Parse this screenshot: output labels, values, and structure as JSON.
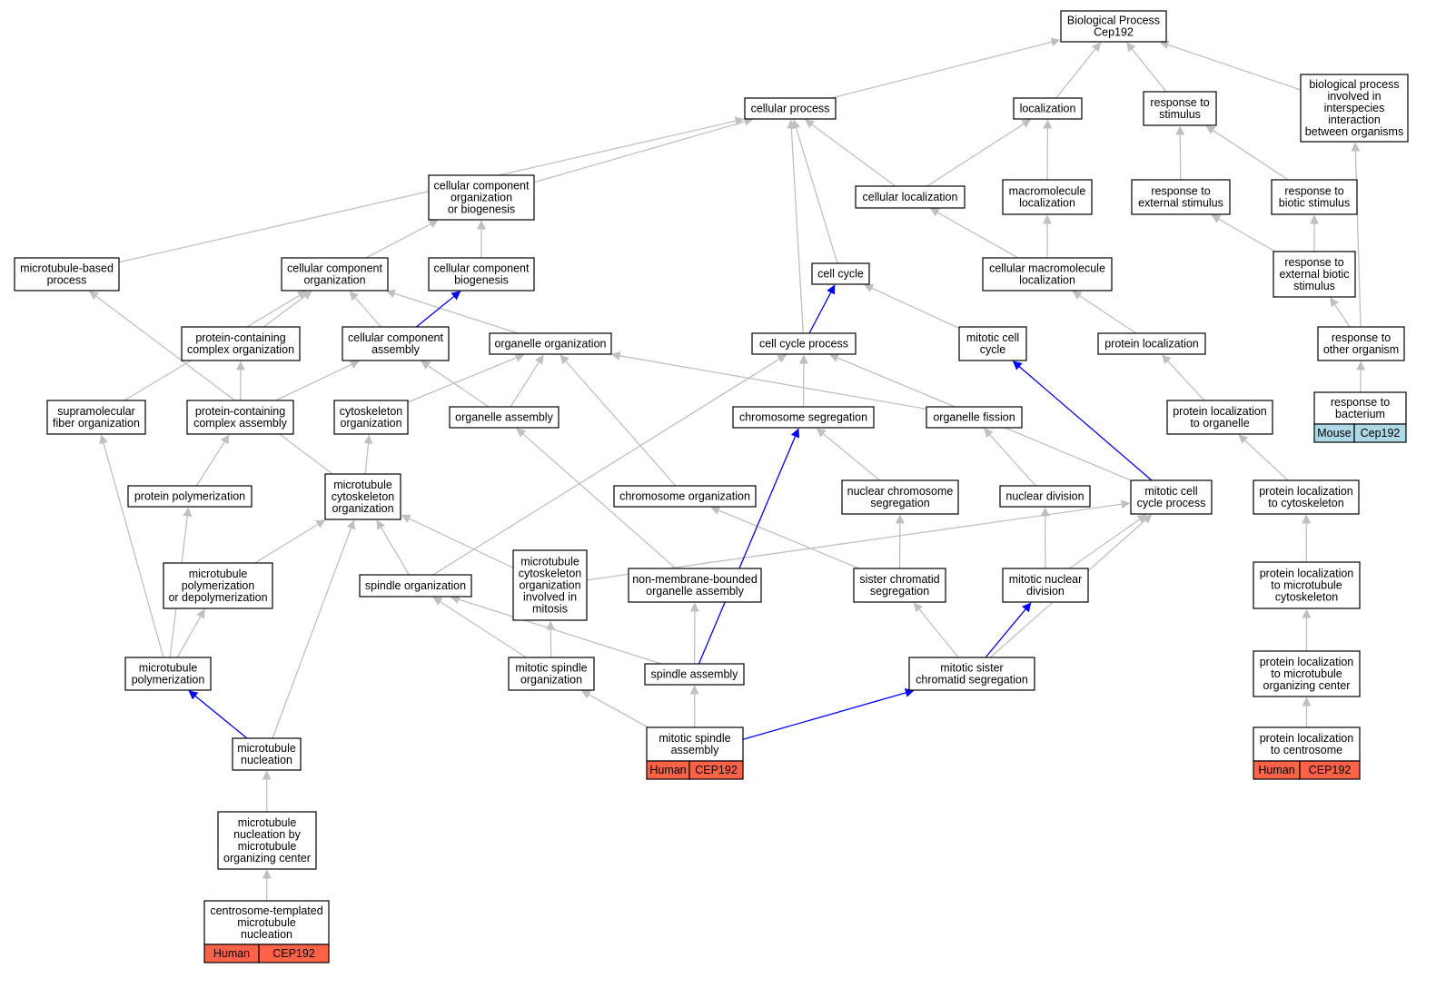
{
  "colors": {
    "edge_default": "#c0c0c0",
    "edge_highlight": "#0000ff",
    "human_tag": "#ff6347",
    "mouse_tag": "#add8e6"
  },
  "nodes": [
    {
      "id": "bp",
      "lines": [
        "Biological Process",
        "Cep192"
      ]
    },
    {
      "id": "cellular_process",
      "lines": [
        "cellular process"
      ]
    },
    {
      "id": "localization",
      "lines": [
        "localization"
      ]
    },
    {
      "id": "response_to_stimulus",
      "lines": [
        "response to",
        "stimulus"
      ]
    },
    {
      "id": "interspecies",
      "lines": [
        "biological process",
        "involved in",
        "interspecies",
        "interaction",
        "between organisms"
      ]
    },
    {
      "id": "cc_org_biogenesis",
      "lines": [
        "cellular component",
        "organization",
        "or biogenesis"
      ]
    },
    {
      "id": "cellular_localization",
      "lines": [
        "cellular localization"
      ]
    },
    {
      "id": "macromolecule_localization",
      "lines": [
        "macromolecule",
        "localization"
      ]
    },
    {
      "id": "response_external_stimulus",
      "lines": [
        "response to",
        "external stimulus"
      ]
    },
    {
      "id": "response_biotic_stimulus",
      "lines": [
        "response to",
        "biotic stimulus"
      ]
    },
    {
      "id": "microtubule_based_process",
      "lines": [
        "microtubule-based",
        "process"
      ]
    },
    {
      "id": "cc_organization",
      "lines": [
        "cellular component",
        "organization"
      ]
    },
    {
      "id": "cc_biogenesis",
      "lines": [
        "cellular component",
        "biogenesis"
      ]
    },
    {
      "id": "cell_cycle",
      "lines": [
        "cell cycle"
      ]
    },
    {
      "id": "cellular_macromolecule_localization",
      "lines": [
        "cellular macromolecule",
        "localization"
      ]
    },
    {
      "id": "response_external_biotic",
      "lines": [
        "response to",
        "external biotic",
        "stimulus"
      ]
    },
    {
      "id": "protein_complex_org",
      "lines": [
        "protein-containing",
        "complex organization"
      ]
    },
    {
      "id": "cc_assembly",
      "lines": [
        "cellular component",
        "assembly"
      ]
    },
    {
      "id": "organelle_organization",
      "lines": [
        "organelle organization"
      ]
    },
    {
      "id": "cell_cycle_process",
      "lines": [
        "cell cycle process"
      ]
    },
    {
      "id": "mitotic_cell_cycle",
      "lines": [
        "mitotic cell",
        "cycle"
      ]
    },
    {
      "id": "protein_localization",
      "lines": [
        "protein localization"
      ]
    },
    {
      "id": "response_other_organism",
      "lines": [
        "response to",
        "other organism"
      ]
    },
    {
      "id": "supramolecular_fiber",
      "lines": [
        "supramolecular",
        "fiber organization"
      ]
    },
    {
      "id": "protein_complex_assembly",
      "lines": [
        "protein-containing",
        "complex assembly"
      ]
    },
    {
      "id": "cytoskeleton_org",
      "lines": [
        "cytoskeleton",
        "organization"
      ]
    },
    {
      "id": "organelle_assembly",
      "lines": [
        "organelle assembly"
      ]
    },
    {
      "id": "chromosome_segregation",
      "lines": [
        "chromosome segregation"
      ]
    },
    {
      "id": "organelle_fission",
      "lines": [
        "organelle fission"
      ]
    },
    {
      "id": "protein_loc_organelle",
      "lines": [
        "protein localization",
        "to organelle"
      ]
    },
    {
      "id": "response_bacterium",
      "lines": [
        "response to",
        "bacterium"
      ],
      "tag": [
        "Mouse",
        "Cep192"
      ]
    },
    {
      "id": "protein_polymerization",
      "lines": [
        "protein polymerization"
      ]
    },
    {
      "id": "mt_cytoskeleton_org",
      "lines": [
        "microtubule",
        "cytoskeleton",
        "organization"
      ]
    },
    {
      "id": "chromosome_organization",
      "lines": [
        "chromosome organization"
      ]
    },
    {
      "id": "nuclear_chromosome_seg",
      "lines": [
        "nuclear chromosome",
        "segregation"
      ]
    },
    {
      "id": "nuclear_division",
      "lines": [
        "nuclear division"
      ]
    },
    {
      "id": "mitotic_cell_cycle_process",
      "lines": [
        "mitotic cell",
        "cycle process"
      ]
    },
    {
      "id": "protein_loc_cytoskeleton",
      "lines": [
        "protein localization",
        "to cytoskeleton"
      ]
    },
    {
      "id": "mt_poly_depoly",
      "lines": [
        "microtubule",
        "polymerization",
        "or depolymerization"
      ]
    },
    {
      "id": "spindle_organization",
      "lines": [
        "spindle organization"
      ]
    },
    {
      "id": "mt_cyto_org_mitosis",
      "lines": [
        "microtubule",
        "cytoskeleton",
        "organization",
        "involved in",
        "mitosis"
      ]
    },
    {
      "id": "non_membrane_organelle",
      "lines": [
        "non-membrane-bounded",
        "organelle assembly"
      ]
    },
    {
      "id": "sister_chromatid_seg",
      "lines": [
        "sister chromatid",
        "segregation"
      ]
    },
    {
      "id": "mitotic_nuclear_division",
      "lines": [
        "mitotic nuclear",
        "division"
      ]
    },
    {
      "id": "protein_loc_mt_cyto",
      "lines": [
        "protein localization",
        "to microtubule",
        "cytoskeleton"
      ]
    },
    {
      "id": "mt_polymerization",
      "lines": [
        "microtubule",
        "polymerization"
      ]
    },
    {
      "id": "mitotic_spindle_org",
      "lines": [
        "mitotic spindle",
        "organization"
      ]
    },
    {
      "id": "spindle_assembly",
      "lines": [
        "spindle assembly"
      ]
    },
    {
      "id": "mitotic_sister_seg",
      "lines": [
        "mitotic sister",
        "chromatid segregation"
      ]
    },
    {
      "id": "protein_loc_mtoc",
      "lines": [
        "protein localization",
        "to microtubule",
        "organizing center"
      ]
    },
    {
      "id": "mt_nucleation",
      "lines": [
        "microtubule",
        "nucleation"
      ]
    },
    {
      "id": "mitotic_spindle_assembly",
      "lines": [
        "mitotic spindle",
        "assembly"
      ],
      "tag": [
        "Human",
        "CEP192"
      ]
    },
    {
      "id": "protein_loc_centrosome",
      "lines": [
        "protein localization",
        "to centrosome"
      ],
      "tag": [
        "Human",
        "CEP192"
      ]
    },
    {
      "id": "mt_nucleation_mtoc",
      "lines": [
        "microtubule",
        "nucleation by",
        "microtubule",
        "organizing center"
      ]
    },
    {
      "id": "centrosome_templated",
      "lines": [
        "centrosome-templated",
        "microtubule",
        "nucleation"
      ],
      "tag": [
        "Human",
        "CEP192"
      ]
    }
  ],
  "edges": [
    [
      "cellular_process",
      "bp"
    ],
    [
      "localization",
      "bp"
    ],
    [
      "response_to_stimulus",
      "bp"
    ],
    [
      "interspecies",
      "bp"
    ],
    [
      "microtubule_based_process",
      "cellular_process"
    ],
    [
      "cc_org_biogenesis",
      "cellular_process"
    ],
    [
      "cellular_localization",
      "cellular_process"
    ],
    [
      "cell_cycle",
      "cellular_process"
    ],
    [
      "cell_cycle_process",
      "cellular_process"
    ],
    [
      "cellular_localization",
      "localization"
    ],
    [
      "macromolecule_localization",
      "localization"
    ],
    [
      "response_external_stimulus",
      "response_to_stimulus"
    ],
    [
      "response_biotic_stimulus",
      "response_to_stimulus"
    ],
    [
      "response_other_organism",
      "interspecies"
    ],
    [
      "cc_organization",
      "cc_org_biogenesis"
    ],
    [
      "cc_biogenesis",
      "cc_org_biogenesis"
    ],
    [
      "cellular_macromolecule_localization",
      "cellular_localization"
    ],
    [
      "cellular_macromolecule_localization",
      "macromolecule_localization"
    ],
    [
      "response_external_biotic",
      "response_external_stimulus"
    ],
    [
      "response_external_biotic",
      "response_biotic_stimulus"
    ],
    [
      "response_other_organism",
      "response_external_biotic"
    ],
    [
      "protein_complex_org",
      "cc_organization"
    ],
    [
      "cc_assembly",
      "cc_organization"
    ],
    [
      "organelle_organization",
      "cc_organization"
    ],
    [
      "supramolecular_fiber",
      "cc_organization"
    ],
    [
      "cc_assembly",
      "cc_biogenesis",
      "hl"
    ],
    [
      "cell_cycle_process",
      "cell_cycle",
      "hl"
    ],
    [
      "mitotic_cell_cycle",
      "cell_cycle"
    ],
    [
      "protein_localization",
      "cellular_macromolecule_localization"
    ],
    [
      "response_bacterium",
      "response_other_organism"
    ],
    [
      "protein_complex_assembly",
      "protein_complex_org"
    ],
    [
      "protein_complex_assembly",
      "cc_assembly"
    ],
    [
      "organelle_assembly",
      "cc_assembly"
    ],
    [
      "organelle_assembly",
      "organelle_organization"
    ],
    [
      "cytoskeleton_org",
      "organelle_organization"
    ],
    [
      "chromosome_organization",
      "organelle_organization"
    ],
    [
      "organelle_fission",
      "organelle_organization"
    ],
    [
      "chromosome_segregation",
      "cell_cycle_process"
    ],
    [
      "spindle_organization",
      "cell_cycle_process"
    ],
    [
      "mitotic_cell_cycle_process",
      "cell_cycle_process"
    ],
    [
      "mitotic_cell_cycle_process",
      "mitotic_cell_cycle",
      "hl"
    ],
    [
      "protein_loc_organelle",
      "protein_localization"
    ],
    [
      "mt_cytoskeleton_org",
      "microtubule_based_process"
    ],
    [
      "mt_cytoskeleton_org",
      "cytoskeleton_org"
    ],
    [
      "protein_polymerization",
      "protein_complex_assembly"
    ],
    [
      "nuclear_chromosome_seg",
      "chromosome_segregation"
    ],
    [
      "nuclear_division",
      "organelle_fission"
    ],
    [
      "protein_loc_cytoskeleton",
      "protein_loc_organelle"
    ],
    [
      "mt_poly_depoly",
      "mt_cytoskeleton_org"
    ],
    [
      "spindle_organization",
      "mt_cytoskeleton_org"
    ],
    [
      "mt_cyto_org_mitosis",
      "mt_cytoskeleton_org"
    ],
    [
      "mt_nucleation",
      "mt_cytoskeleton_org"
    ],
    [
      "mt_cyto_org_mitosis",
      "mitotic_cell_cycle_process"
    ],
    [
      "non_membrane_organelle",
      "organelle_assembly"
    ],
    [
      "sister_chromatid_seg",
      "nuclear_chromosome_seg"
    ],
    [
      "sister_chromatid_seg",
      "chromosome_organization"
    ],
    [
      "mitotic_nuclear_division",
      "nuclear_division"
    ],
    [
      "mitotic_nuclear_division",
      "mitotic_cell_cycle_process"
    ],
    [
      "protein_loc_mt_cyto",
      "protein_loc_cytoskeleton"
    ],
    [
      "mt_polymerization",
      "supramolecular_fiber"
    ],
    [
      "mt_polymerization",
      "protein_polymerization"
    ],
    [
      "mt_polymerization",
      "mt_poly_depoly"
    ],
    [
      "mitotic_spindle_org",
      "spindle_organization"
    ],
    [
      "mitotic_spindle_org",
      "mt_cyto_org_mitosis"
    ],
    [
      "spindle_assembly",
      "spindle_organization"
    ],
    [
      "spindle_assembly",
      "non_membrane_organelle"
    ],
    [
      "spindle_assembly",
      "chromosome_segregation",
      "hl"
    ],
    [
      "mitotic_sister_seg",
      "sister_chromatid_seg"
    ],
    [
      "mitotic_sister_seg",
      "mitotic_nuclear_division",
      "hl"
    ],
    [
      "mitotic_sister_seg",
      "mitotic_cell_cycle_process"
    ],
    [
      "protein_loc_mtoc",
      "protein_loc_mt_cyto"
    ],
    [
      "mt_nucleation",
      "mt_polymerization",
      "hl"
    ],
    [
      "mitotic_spindle_assembly",
      "mitotic_spindle_org"
    ],
    [
      "mitotic_spindle_assembly",
      "spindle_assembly"
    ],
    [
      "mitotic_spindle_assembly",
      "mitotic_sister_seg",
      "hl"
    ],
    [
      "protein_loc_centrosome",
      "protein_loc_mtoc"
    ],
    [
      "mt_nucleation_mtoc",
      "mt_nucleation"
    ],
    [
      "centrosome_templated",
      "mt_nucleation_mtoc"
    ]
  ]
}
